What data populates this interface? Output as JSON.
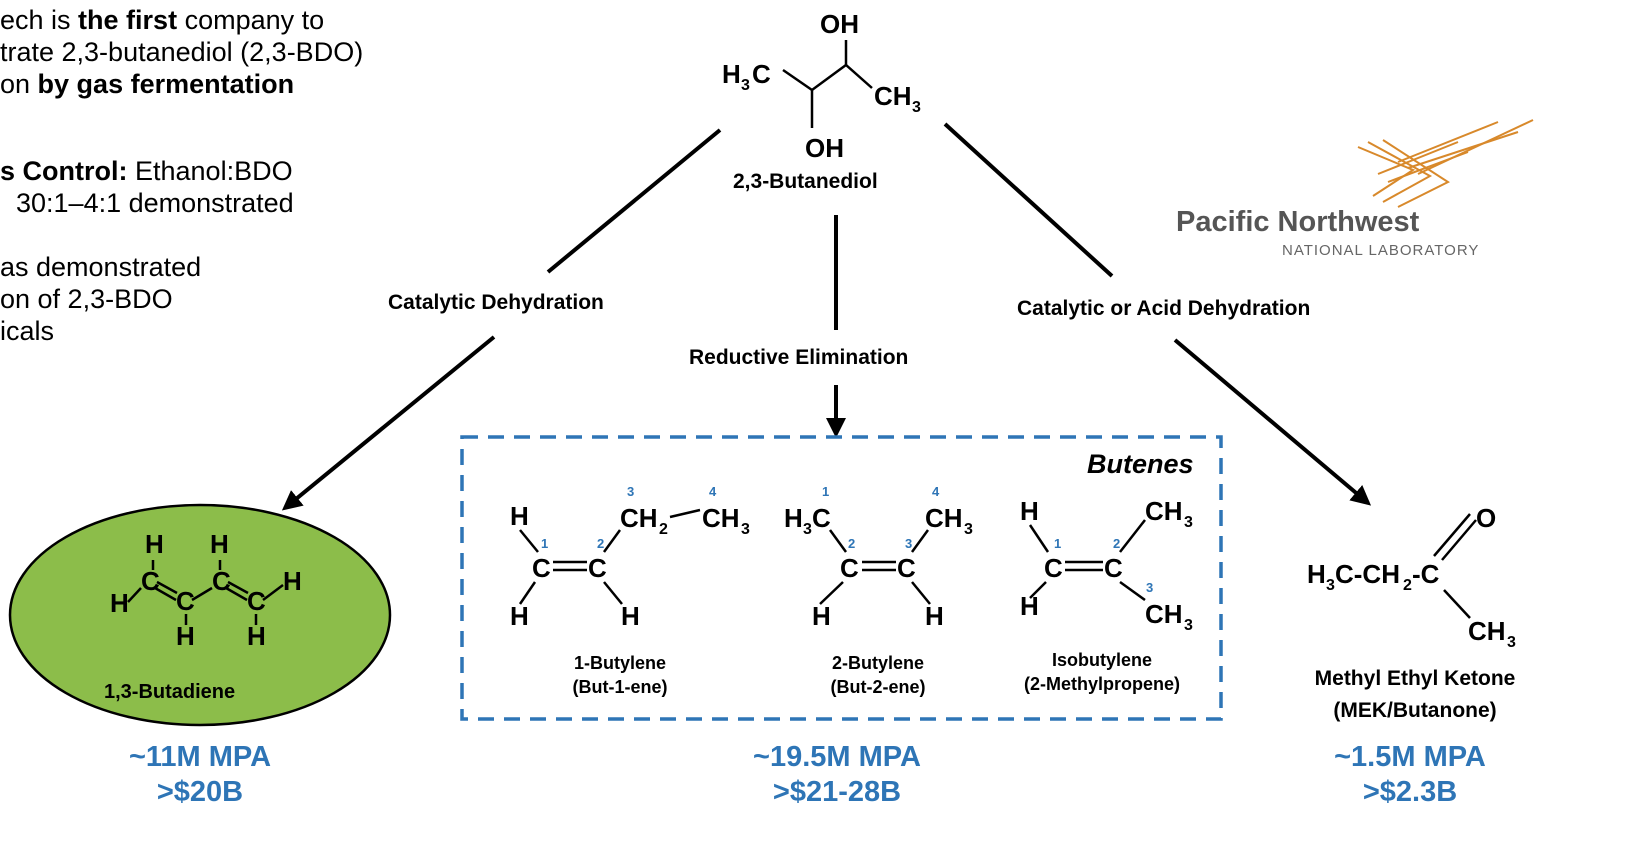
{
  "left_text": {
    "line1_a": "ech is ",
    "line1_b": "the first",
    "line1_c": " company to",
    "line2": "trate 2,3-butanediol (2,3-BDO)",
    "line3_a": "on ",
    "line3_b": "by gas fermentation",
    "line4_a": "s Control:",
    "line4_b": " Ethanol:BDO",
    "line5": "30:1–4:1 demonstrated",
    "line6": "as demonstrated",
    "line7": "on of 2,3-BDO",
    "line8": "icals"
  },
  "center": {
    "name": "2,3-Butanediol"
  },
  "logo": {
    "line1": "Pacific Northwest",
    "line2": "NATIONAL LABORATORY",
    "color": "#d8892b"
  },
  "routes": {
    "left": "Catalytic Dehydration",
    "middle": "Reductive Elimination",
    "right": "Catalytic or Acid Dehydration"
  },
  "products": {
    "butadiene": {
      "name": "1,3-Butadiene",
      "fill": "#8cbd4a",
      "market_line1": "~11M MPA",
      "market_line2": ">$20B"
    },
    "butenes": {
      "title": "Butenes",
      "items": [
        {
          "line1": "1-Butylene",
          "line2": "(But-1-ene)"
        },
        {
          "line1": "2-Butylene",
          "line2": "(But-2-ene)"
        },
        {
          "line1": "Isobutylene",
          "line2": "(2-Methylpropene)"
        }
      ],
      "market_line1": "~19.5M MPA",
      "market_line2": ">$21-28B",
      "box_color": "#2e75b6"
    },
    "mek": {
      "name_line1": "Methyl Ethyl Ketone",
      "name_line2": "(MEK/Butanone)",
      "market_line1": "~1.5M MPA",
      "market_line2": ">$2.3B"
    }
  },
  "accent_color": "#2e75b6"
}
